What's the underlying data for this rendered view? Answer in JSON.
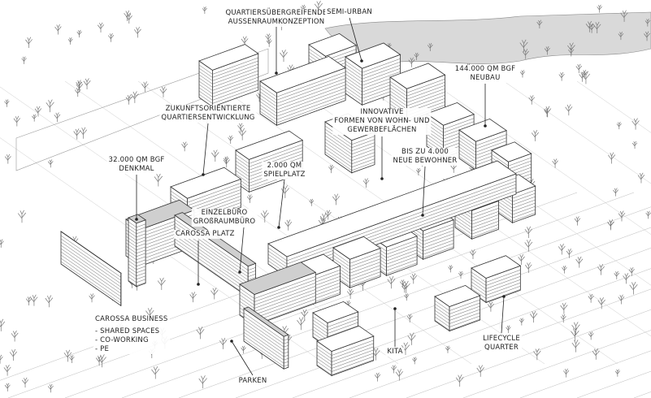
{
  "labels": {
    "aussenraum": [
      "QUARTIERSÜBERGREIFENDE",
      "AUSSENRAUMKONZEPTION"
    ],
    "semi_urban": "SEMI-URBAN",
    "neubau": [
      "144.000 QM BGF",
      "NEUBAU"
    ],
    "zukunft": [
      "ZUKUNFTSORIENTIERTE",
      "QUARTIERSENTWICKLUNG"
    ],
    "innovative": [
      "INNOVATIVE",
      "FORMEN VON WOHN- UND",
      "GEWERBEFLÄCHEN"
    ],
    "bewohner": [
      "BIS ZU 4.000",
      "NEUE BEWOHNER"
    ],
    "denkmal": [
      "32.000 QM BGF",
      "DENKMAL"
    ],
    "spielplatz": [
      "2.000 QM",
      "SPIELPLATZ"
    ],
    "buero": [
      "EINZELBÜRO",
      "GROßRAUMBÜRO"
    ],
    "carossa_platz": "CAROSSA PLATZ",
    "business": {
      "title": "CAROSSA BUSINESS",
      "items": [
        "- SHARED SPACES",
        "- CO-WORKING",
        "- PE"
      ]
    },
    "kita": "KITA",
    "lifecycle": [
      "LIFECYCLE",
      "QUARTER"
    ],
    "parken": "PARKEN"
  },
  "colors": {
    "line": "#333333",
    "water": "#d9d9d9",
    "roof_historic": "#cfcfcf"
  }
}
